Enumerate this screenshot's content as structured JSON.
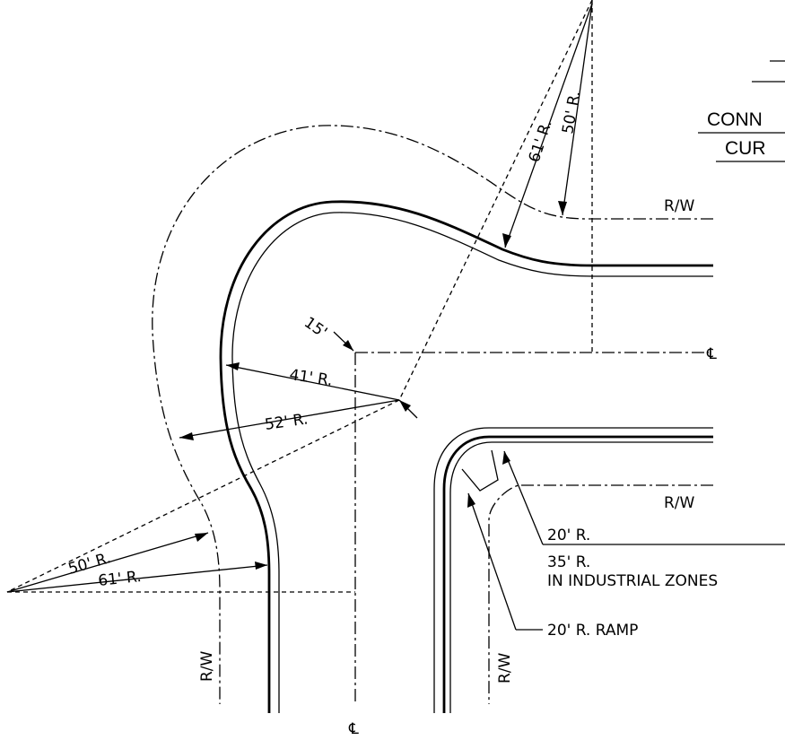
{
  "labels": {
    "rw": "R/W",
    "centerline": "℄",
    "r61": "61' R.",
    "r50": "50' R.",
    "r41": "41' R.",
    "r52": "52' R.",
    "offset15": "15'",
    "r20": "20' R.",
    "r35": "35' R.",
    "industrial": "IN INDUSTRIAL ZONES",
    "ramp": "20' R. RAMP"
  },
  "title_fragments": {
    "conn": "CONN",
    "cur": "CUR"
  },
  "colors": {
    "ink": "#000000",
    "paper": "#ffffff"
  }
}
